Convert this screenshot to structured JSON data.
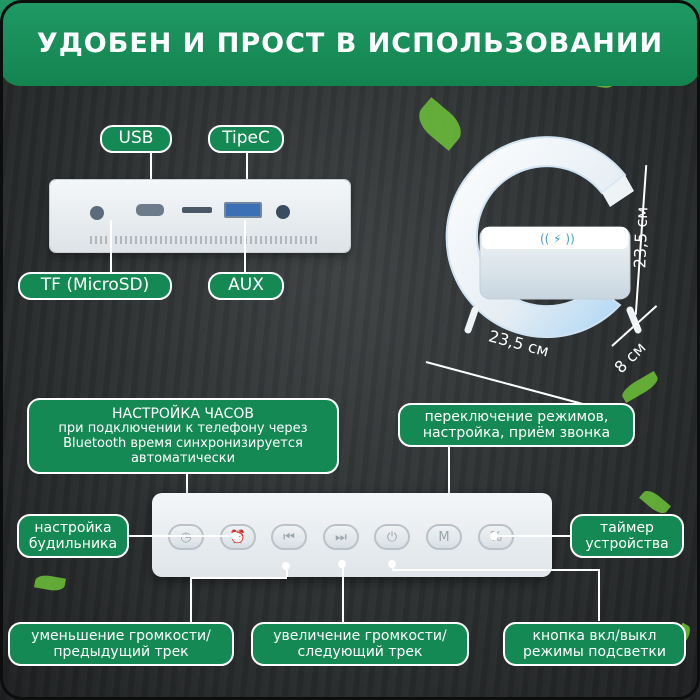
{
  "title": "УДОБЕН И ПРОСТ В ИСПОЛЬЗОВАНИИ",
  "ports": {
    "usb": "USB",
    "typec": "TipeC",
    "tf": "TF (MicroSD)",
    "aux": "AUX"
  },
  "dimensions": {
    "height": "23,5 см",
    "width": "23,5 см",
    "depth": "8 см"
  },
  "callouts": {
    "clock_title": "НАСТРОЙКА ЧАСОВ",
    "clock_desc": "при подключении к телефону через Bluetooth время синхронизируется автоматически",
    "mode_switch": "переключение режимов, настройка, приём звонка",
    "alarm": "настройка будильника",
    "timer": "таймер устройства",
    "vol_down": "уменьшение громкости/ предыдущий трек",
    "vol_up": "увеличение громкости/ следующий трек",
    "power": "кнопка вкл/выкл режимы подсветки"
  },
  "colors": {
    "accent": "#158953",
    "title_bg": "#1a9160",
    "background": "#2b2e2f"
  }
}
